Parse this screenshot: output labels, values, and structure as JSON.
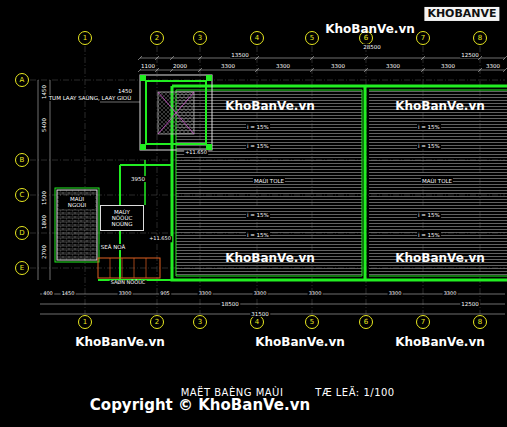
{
  "diagram": {
    "title": "MAËT BAÈNG MAÙI",
    "nodes": [
      {
        "text": [
          "1"
        ]
      },
      {
        "text": [
          "2"
        ]
      },
      {
        "text": [
          "3"
        ]
      },
      {
        "text": [
          "4"
        ]
      },
      {
        "text": [
          "5"
        ]
      },
      {
        "text": [
          "6"
        ]
      },
      {
        "text": [
          "7"
        ]
      },
      {
        "text": [
          "8"
        ]
      },
      {
        "text": [
          "A"
        ]
      },
      {
        "text": [
          "B"
        ]
      },
      {
        "text": [
          "C"
        ]
      },
      {
        "text": [
          "D"
        ]
      },
      {
        "text": [
          "E"
        ]
      },
      {
        "text": [
          "i = 15%",
          "i = 15%",
          "MAÙI TOLE",
          "i = 15%",
          "i = 15%"
        ]
      },
      {
        "text": [
          "i = 15%",
          "i = 15%",
          "MAÙI TOLE",
          "i = 15%",
          "i = 15%"
        ]
      },
      {
        "text": [
          "MAÙI NGOÙI"
        ]
      },
      {
        "text": [
          "MAÙY NÖÔÙC NOÙNG"
        ]
      },
      {
        "text": [
          "1"
        ]
      },
      {
        "text": [
          "2"
        ]
      },
      {
        "text": [
          "3"
        ]
      },
      {
        "text": [
          "4"
        ]
      },
      {
        "text": [
          "5"
        ]
      },
      {
        "text": [
          "6"
        ]
      },
      {
        "text": [
          "7"
        ]
      },
      {
        "text": [
          "8"
        ]
      }
    ],
    "labels": [
      "TUM LAAY SAÙNG, LAAY GIOÙ",
      "28500",
      "13500",
      "12500",
      "1100",
      "2000",
      "3300",
      "3300",
      "3300",
      "3300",
      "3300",
      "3300",
      "1450",
      "3950",
      "+11.650",
      "+11.650",
      "1450",
      "5400",
      "1500",
      "1800",
      "2700",
      "SEÂ NOÂ",
      "SAØN NÖÔÙC",
      "400",
      "1450",
      "3300",
      "905",
      "3300",
      "3300",
      "3300",
      "3300",
      "3300",
      "18500",
      "12500",
      "31500",
      "TÆ LEÄ: 1/100",
      "KHOBANVE",
      "KhoBanVe.vn",
      "KhoBanVe.vn",
      "KhoBanVe.vn",
      "KhoBanVe.vn",
      "KhoBanVe.vn",
      "KhoBanVe.vn",
      "KhoBanVe.vn",
      "KhoBanVe.vn",
      "Copyright © KhoBanVe.vn"
    ]
  }
}
